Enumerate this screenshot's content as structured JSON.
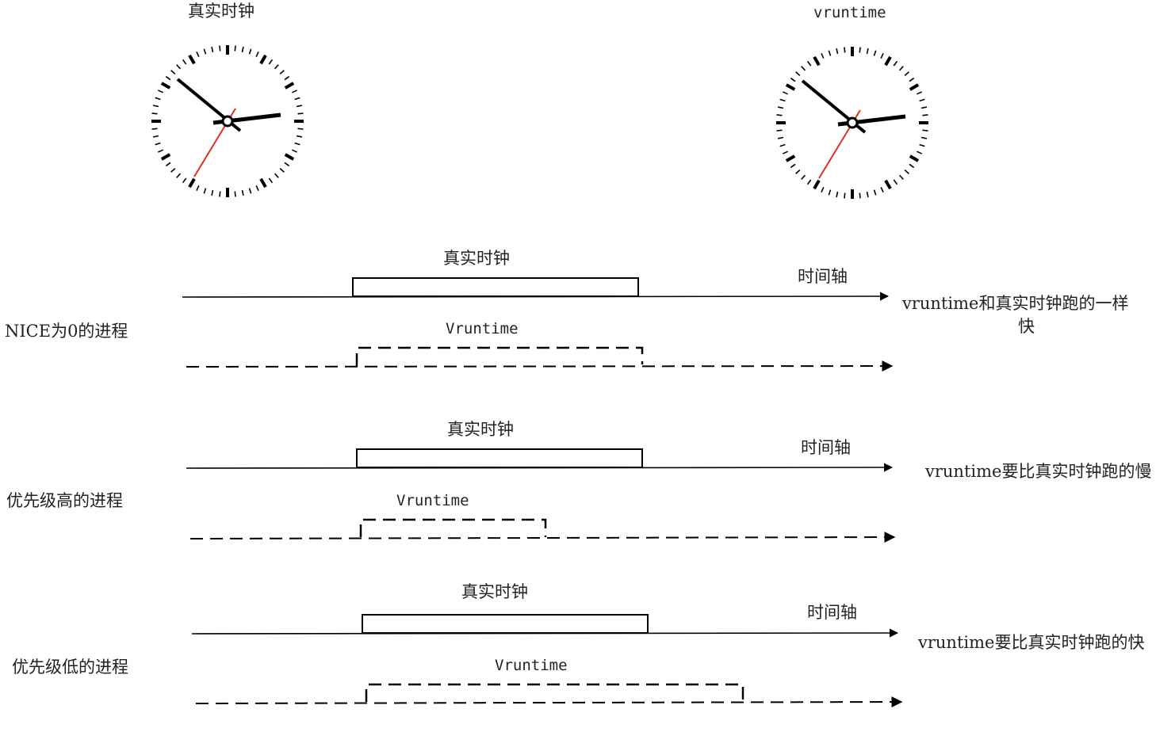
{
  "clocks": {
    "real_title": "真实时钟",
    "vruntime_title": "vruntime"
  },
  "rows": [
    {
      "process_label": "NICE为0的进程",
      "real_label": "真实时钟",
      "axis_label": "时间轴",
      "vruntime_label": "Vruntime",
      "note_line1": "vruntime和真实时钟跑的一样",
      "note_line2": "快"
    },
    {
      "process_label": "优先级高的进程",
      "real_label": "真实时钟",
      "axis_label": "时间轴",
      "vruntime_label": "Vruntime",
      "note_line1": "vruntime要比真实时钟跑的慢"
    },
    {
      "process_label": "优先级低的进程",
      "real_label": "真实时钟",
      "axis_label": "时间轴",
      "vruntime_label": "Vruntime",
      "note_line1": "vruntime要比真实时钟跑的快"
    }
  ],
  "colors": {
    "line": "#000000",
    "second_hand": "#e0301e"
  }
}
